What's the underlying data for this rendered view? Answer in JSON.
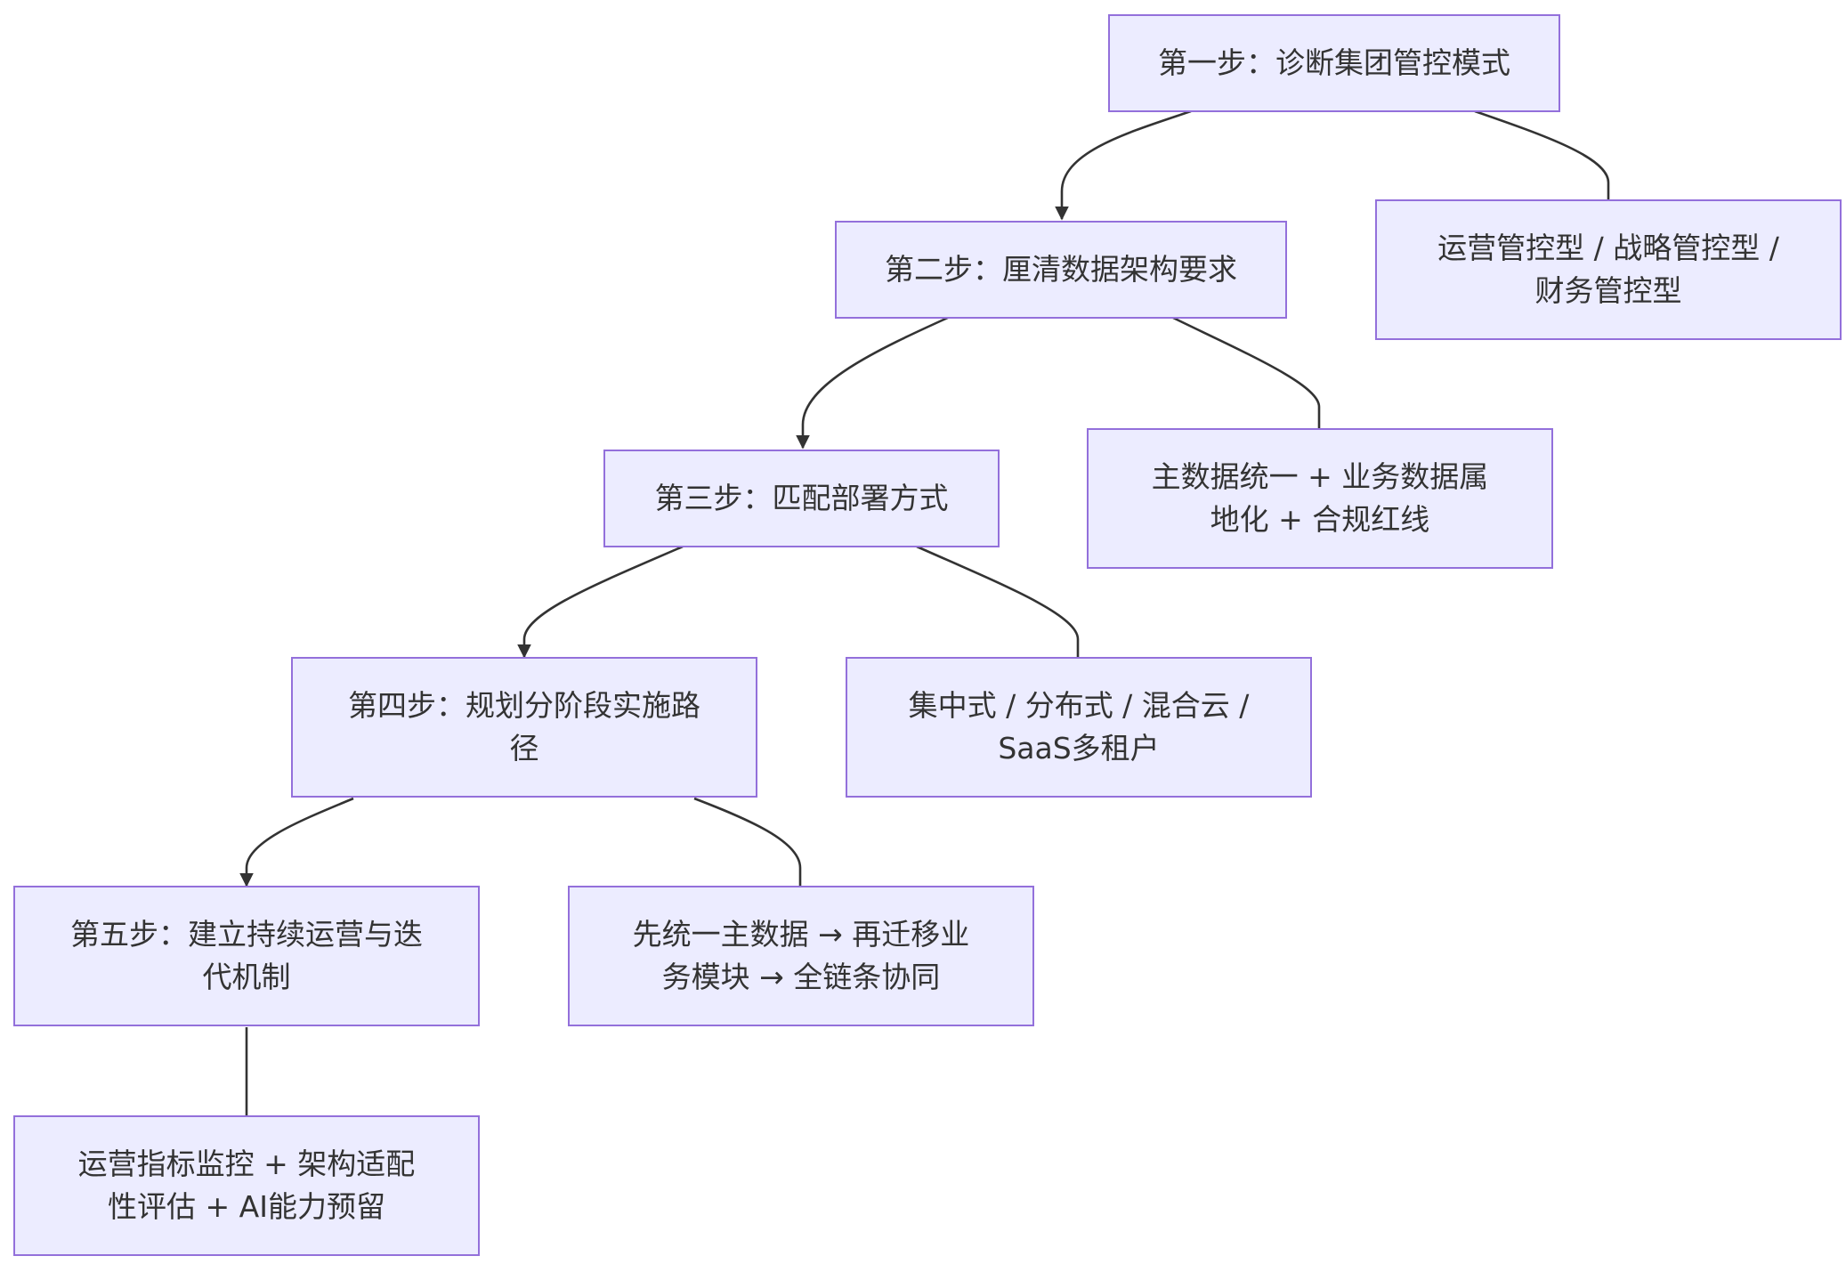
{
  "diagram": {
    "colors": {
      "node_fill": "#ececff",
      "node_border": "#9370db",
      "text": "#333333",
      "edge": "#333333"
    },
    "nodes": [
      {
        "id": "step1",
        "label": "第一步：诊断集团管控模式"
      },
      {
        "id": "step1-detail",
        "label": "运营管控型 / 战略管控型 / 财务管控型"
      },
      {
        "id": "step2",
        "label": "第二步：厘清数据架构要求"
      },
      {
        "id": "step2-detail",
        "label": "主数据统一 + 业务数据属地化 + 合规红线"
      },
      {
        "id": "step3",
        "label": "第三步：匹配部署方式"
      },
      {
        "id": "step3-detail",
        "label": "集中式 / 分布式 / 混合云 / SaaS多租户"
      },
      {
        "id": "step4",
        "label": "第四步：规划分阶段实施路径"
      },
      {
        "id": "step4-detail",
        "label": "先统一主数据 → 再迁移业务模块 → 全链条协同"
      },
      {
        "id": "step5",
        "label": "第五步：建立持续运营与迭代机制"
      },
      {
        "id": "step5-detail",
        "label": "运营指标监控 + 架构适配性评估 + AI能力预留"
      }
    ],
    "edges": [
      {
        "from": "step1",
        "to": "step2",
        "arrow": true
      },
      {
        "from": "step1",
        "to": "step1-detail",
        "arrow": false
      },
      {
        "from": "step2",
        "to": "step3",
        "arrow": true
      },
      {
        "from": "step2",
        "to": "step2-detail",
        "arrow": false
      },
      {
        "from": "step3",
        "to": "step4",
        "arrow": true
      },
      {
        "from": "step3",
        "to": "step3-detail",
        "arrow": false
      },
      {
        "from": "step4",
        "to": "step5",
        "arrow": true
      },
      {
        "from": "step4",
        "to": "step4-detail",
        "arrow": false
      },
      {
        "from": "step5",
        "to": "step5-detail",
        "arrow": false
      }
    ]
  }
}
